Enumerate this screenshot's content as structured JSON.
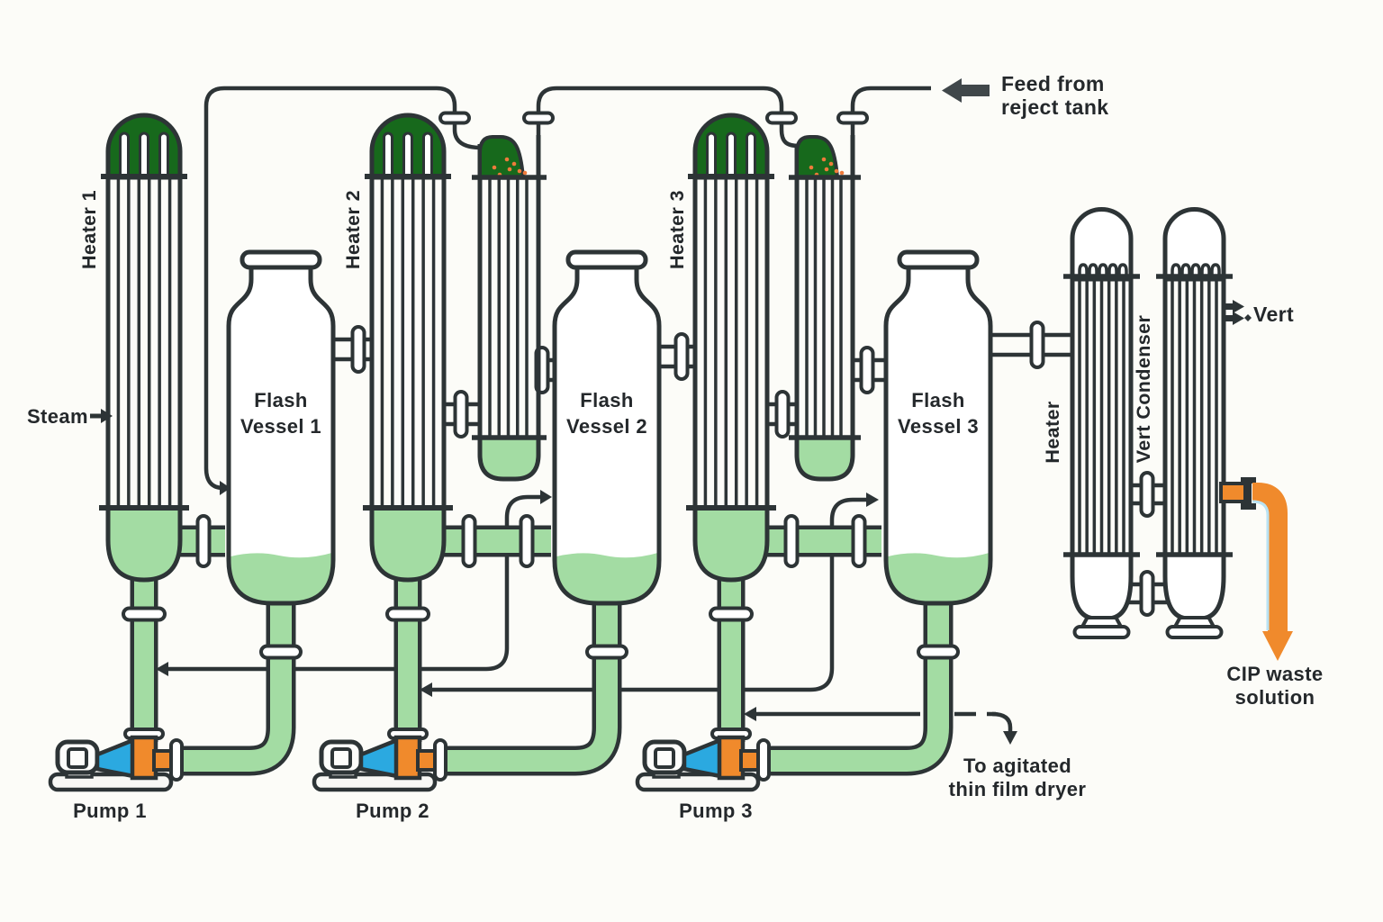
{
  "colors": {
    "background": "#FCFCF8",
    "outline": "#2D3436",
    "dark_green": "#17691C",
    "light_green": "#A3DCA3",
    "orange": "#F08A2C",
    "blue": "#2BA9E0",
    "arrow_gray": "#40474A",
    "dot_orange": "#EE7B3B",
    "pale_blue": "#B9E2F2",
    "text": "#24282B",
    "white": "#FFFFFF"
  },
  "labels": {
    "steam": "Steam",
    "feed": [
      "Feed from",
      "reject tank"
    ],
    "heater1": "Heater 1",
    "heater2": "Heater 2",
    "heater3": "Heater 3",
    "flash1": [
      "Flash",
      "Vessel 1"
    ],
    "flash2": [
      "Flash",
      "Vessel 2"
    ],
    "flash3": [
      "Flash",
      "Vessel 3"
    ],
    "pump1": "Pump 1",
    "pump2": "Pump 2",
    "pump3": "Pump 3",
    "right_heater": "Heater",
    "condenser": "Vert Condenser",
    "vent": "Vert",
    "cip": [
      "CIP waste",
      "solution"
    ],
    "dryer": [
      "To agitated",
      "thin film dryer"
    ]
  }
}
